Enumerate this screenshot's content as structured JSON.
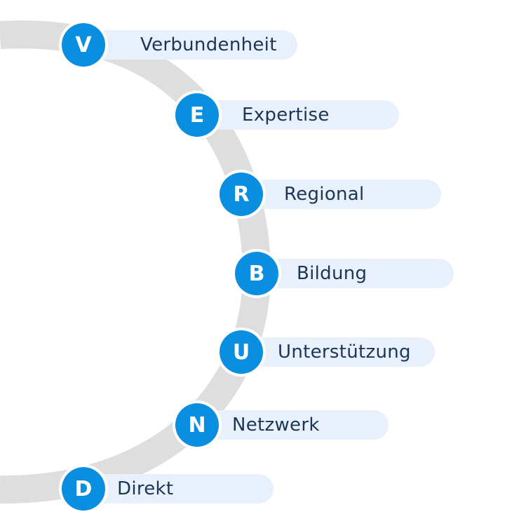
{
  "colors": {
    "arc": "#dedede",
    "circle": "#0a8fe0",
    "pill": "#e8f0fb",
    "text": "#1d3557"
  },
  "items": [
    {
      "letter": "V",
      "label": "Verbundenheit"
    },
    {
      "letter": "E",
      "label": "Expertise"
    },
    {
      "letter": "R",
      "label": "Regional"
    },
    {
      "letter": "B",
      "label": "Bildung"
    },
    {
      "letter": "U",
      "label": "Unterstützung"
    },
    {
      "letter": "N",
      "label": "Netzwerk"
    },
    {
      "letter": "D",
      "label": "Direkt"
    }
  ]
}
